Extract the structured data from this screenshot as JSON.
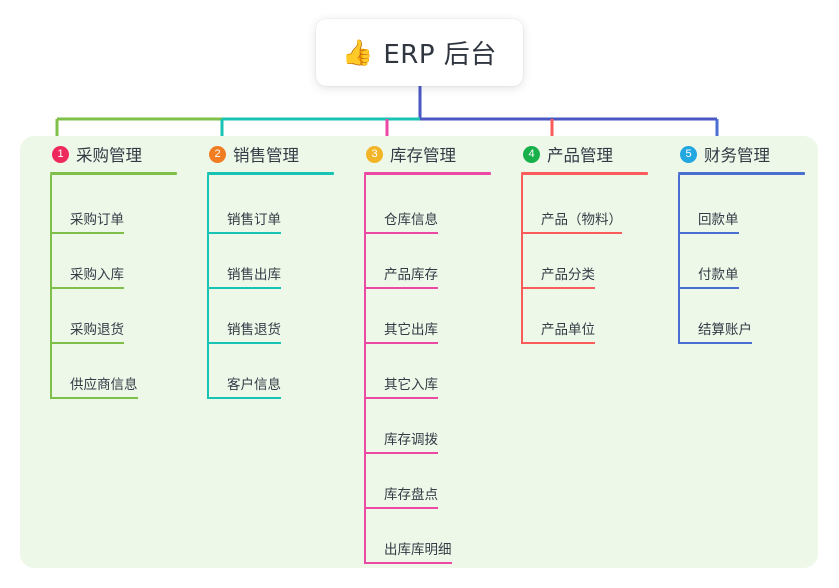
{
  "root": {
    "emoji": "👍",
    "emoji_name": "thumbs-up-emoji",
    "title": "ERP 后台"
  },
  "theme": {
    "page_background": "#ffffff",
    "panel_background": "#eef8e9",
    "card_background": "#ffffff",
    "text_color": "#333b45",
    "trunk_color": "#4a57c4"
  },
  "columns": [
    {
      "index": "1",
      "title": "采购管理",
      "color": "#7ec04a",
      "badge_color": "#ee2a5c",
      "items": [
        {
          "label": "采购订单"
        },
        {
          "label": "采购入库"
        },
        {
          "label": "采购退货"
        },
        {
          "label": "供应商信息"
        }
      ]
    },
    {
      "index": "2",
      "title": "销售管理",
      "color": "#17c3b2",
      "badge_color": "#f07d22",
      "items": [
        {
          "label": "销售订单"
        },
        {
          "label": "销售出库"
        },
        {
          "label": "销售退货"
        },
        {
          "label": "客户信息"
        }
      ]
    },
    {
      "index": "3",
      "title": "库存管理",
      "color": "#ec49a4",
      "badge_color": "#f2b527",
      "items": [
        {
          "label": "仓库信息"
        },
        {
          "label": "产品库存"
        },
        {
          "label": "其它出库"
        },
        {
          "label": "其它入库"
        },
        {
          "label": "库存调拨"
        },
        {
          "label": "库存盘点"
        },
        {
          "label": "出库库明细"
        }
      ]
    },
    {
      "index": "4",
      "title": "产品管理",
      "color": "#fa5b5b",
      "badge_color": "#18b04a",
      "items": [
        {
          "label": "产品（物料）"
        },
        {
          "label": "产品分类"
        },
        {
          "label": "产品单位"
        }
      ]
    },
    {
      "index": "5",
      "title": "财务管理",
      "color": "#4a6fd0",
      "badge_color": "#23a7e0",
      "items": [
        {
          "label": "回款单"
        },
        {
          "label": "付款单"
        },
        {
          "label": "结算账户"
        }
      ]
    }
  ]
}
